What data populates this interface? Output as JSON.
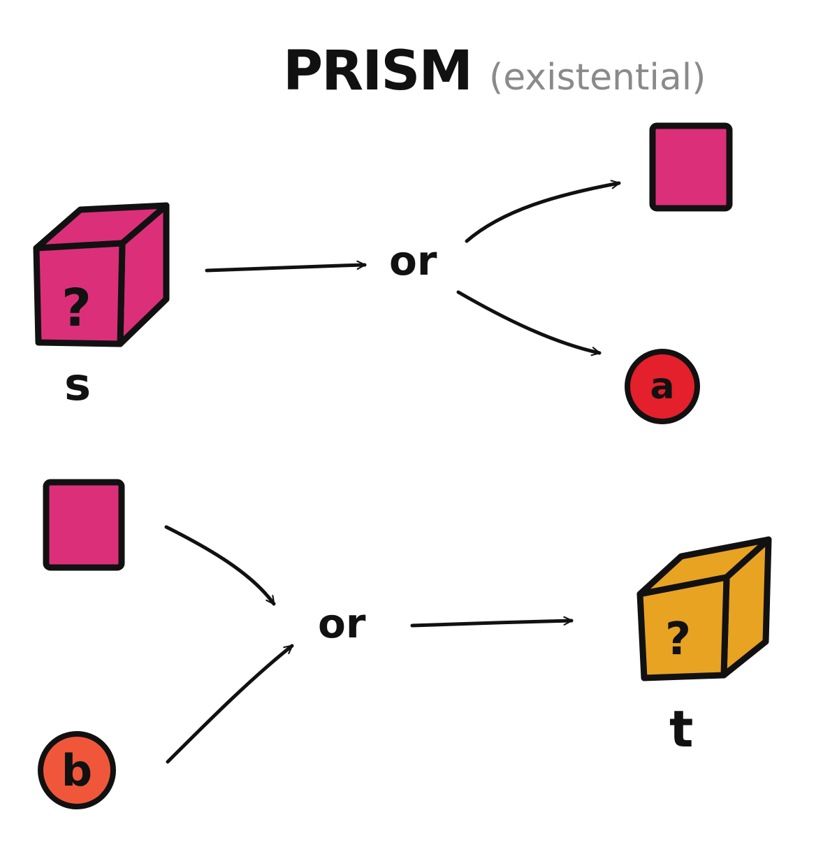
{
  "title": {
    "main": "PRISM",
    "qualifier": "(existential)"
  },
  "nodes": {
    "s_label": "s",
    "t_label": "t",
    "a_label": "a",
    "b_label": "b",
    "unknown_mark": "?",
    "or_top": "or",
    "or_bottom": "or"
  },
  "colors": {
    "ink": "#111111",
    "magenta": "#dc2f7a",
    "red": "#e3202b",
    "orange": "#f0573a",
    "amber": "#e8a322",
    "gray": "#8a8a8a"
  }
}
